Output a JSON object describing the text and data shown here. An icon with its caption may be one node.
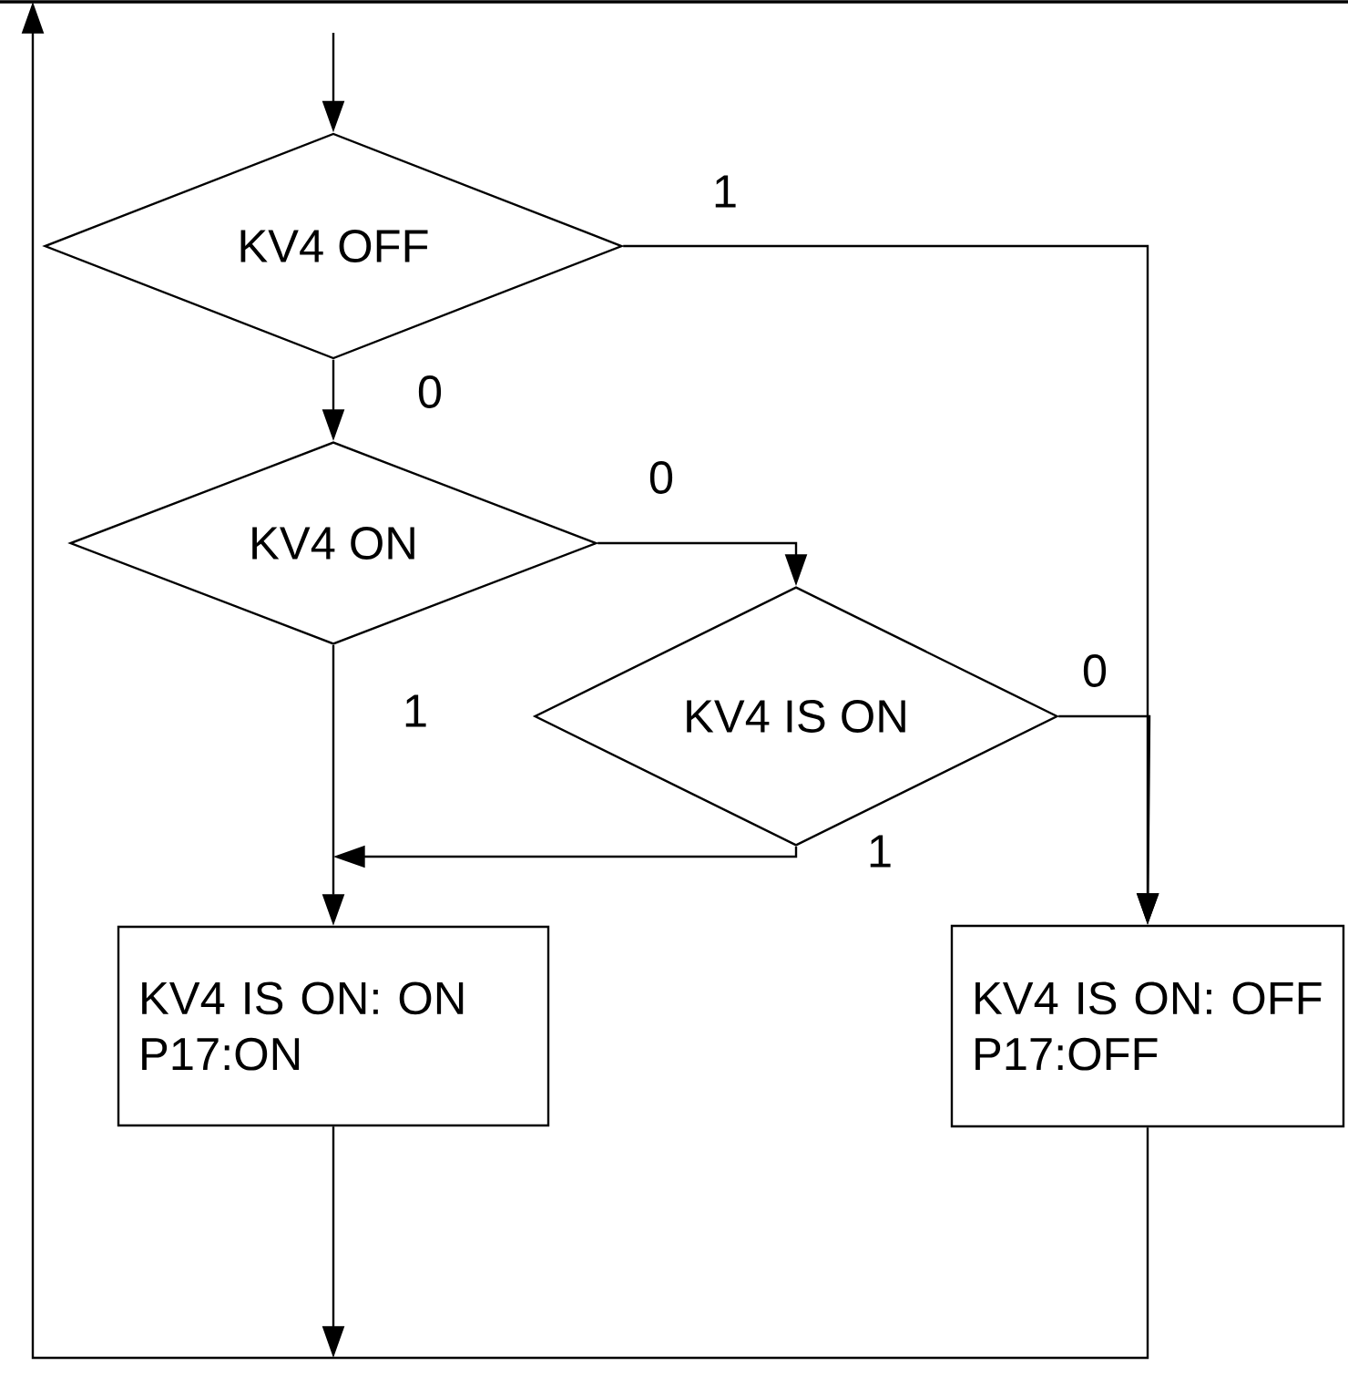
{
  "diagram": {
    "nodes": [
      {
        "text": [
          "KV4 OFF"
        ]
      },
      {
        "text": [
          "KV4 ON"
        ]
      },
      {
        "text": [
          "KV4 IS ON"
        ]
      },
      {
        "text": [
          "KV4 IS ON: ON",
          "P17:ON"
        ]
      },
      {
        "text": [
          "KV4 IS ON: OFF",
          "P17:OFF"
        ]
      }
    ],
    "edges": [
      {
        "from": null,
        "to": 0,
        "arrow": "to"
      },
      {
        "from": 0,
        "to": 4,
        "arrow": "to",
        "label": "1"
      },
      {
        "from": 0,
        "to": 1,
        "arrow": "to",
        "label": "0"
      },
      {
        "from": 1,
        "to": 2,
        "arrow": "to",
        "label": "0"
      },
      {
        "from": 1,
        "to": 3,
        "arrow": "to",
        "label": "1"
      },
      {
        "from": 2,
        "to": 3,
        "arrow": "to",
        "label": "1"
      },
      {
        "from": 2,
        "to": 4,
        "arrow": "to",
        "label": "0"
      },
      {
        "from": 3,
        "to": null,
        "arrow": "to"
      },
      {
        "from": 4,
        "to": null,
        "arrow": "to"
      }
    ]
  }
}
